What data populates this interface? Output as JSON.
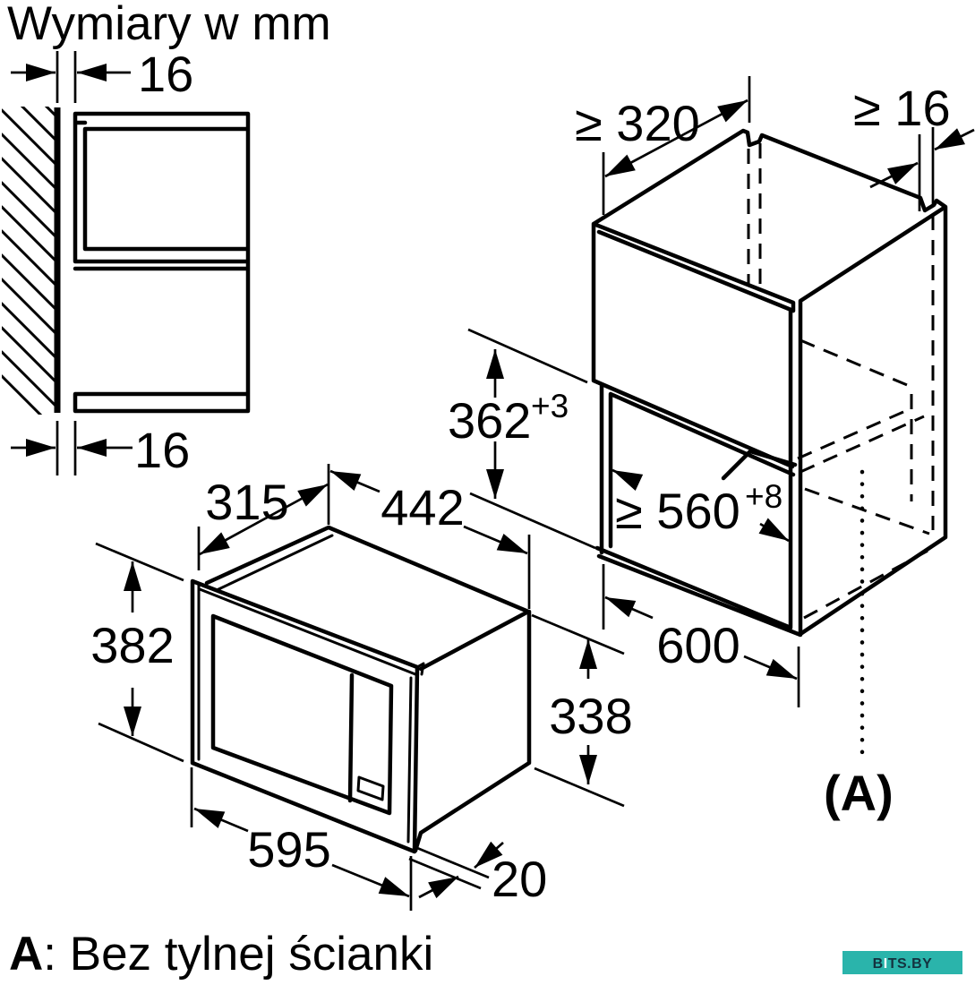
{
  "title": "Wymiary w mm",
  "footnote": {
    "key": "A",
    "text": ": Bez tylnej ścianki"
  },
  "wall_detail": {
    "top_gap": "16",
    "bottom_gap": "16"
  },
  "microwave": {
    "depth": "315",
    "body_width": "442",
    "front_height": "382",
    "front_width": "595",
    "body_height": "338",
    "frame_depth": "20"
  },
  "niche": {
    "min_depth": "≥ 320",
    "min_back_gap": "≥ 16",
    "height": "362",
    "height_tolerance": "+3",
    "min_width": "≥ 560",
    "width_tolerance": "+8",
    "cabinet_width": "600",
    "back_label": "(A)"
  },
  "watermark": {
    "part1": "B",
    "part2": "I",
    "part3": "TS.BY",
    "bg_color": "#2ab4ab",
    "text_color": "#14323f",
    "accent_color": "#ffffff"
  }
}
